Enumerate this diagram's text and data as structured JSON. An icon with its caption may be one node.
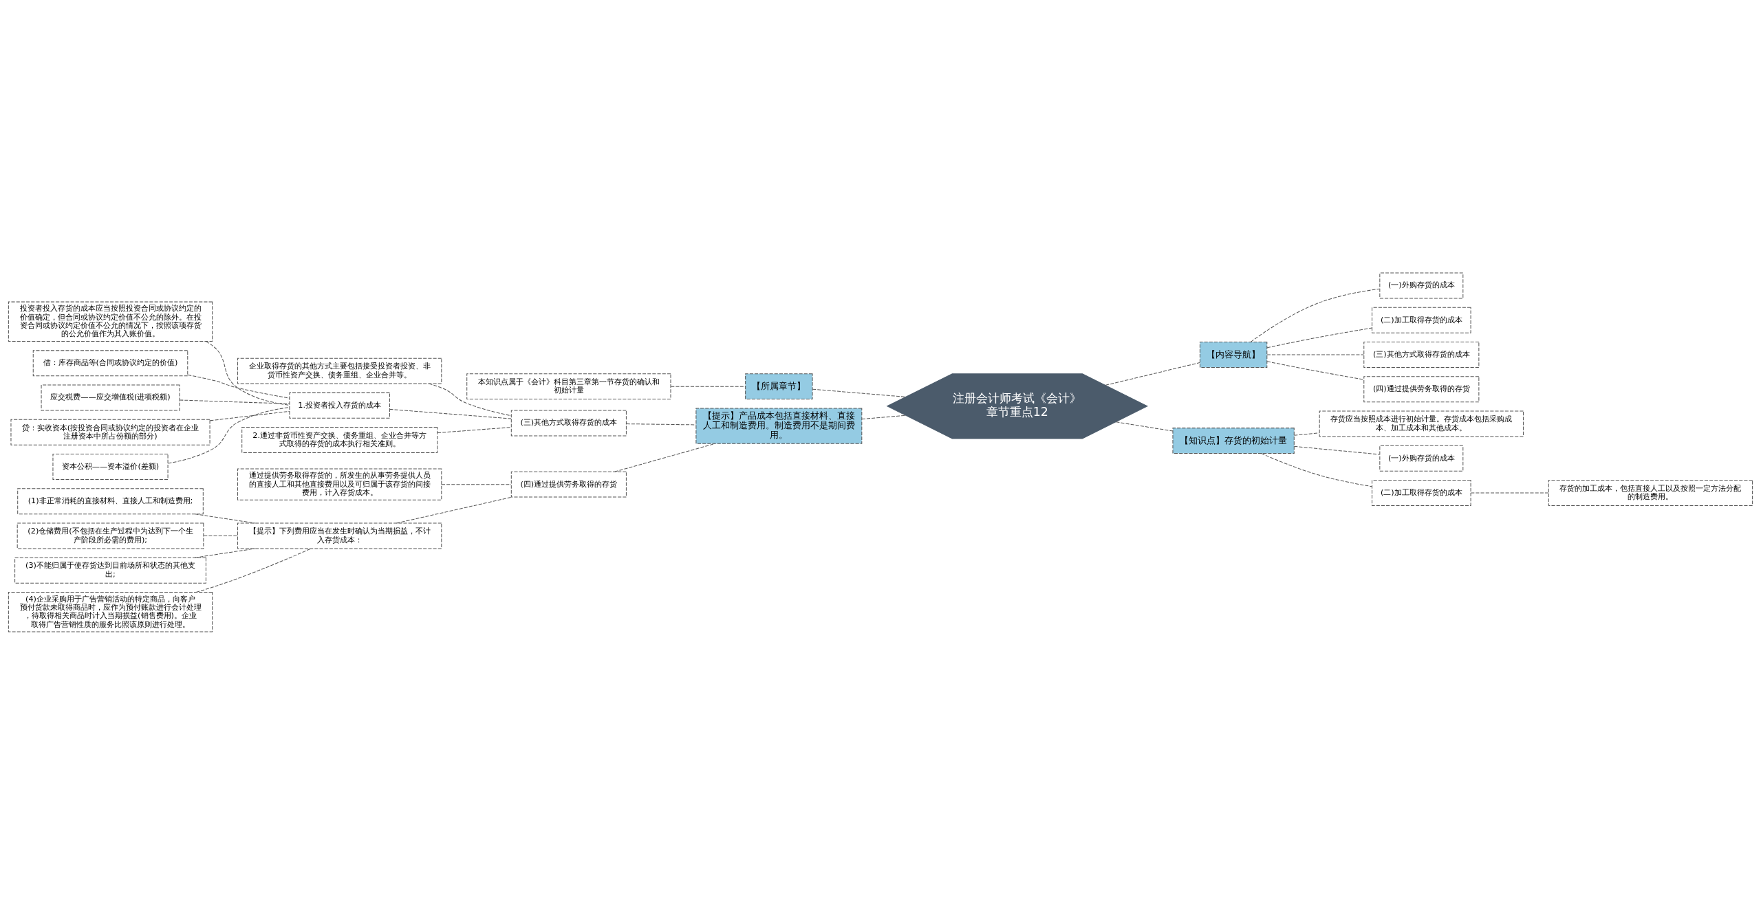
{
  "diagram": {
    "nodes": [
      {
        "text": [
          "注册会计师考试《会计》章节重点12"
        ]
      },
      {
        "text": [
          "【所属章节】"
        ]
      },
      {
        "text": [
          "本知识点属于《会计》科目第三章第一节存货的确认和初始计量"
        ]
      },
      {
        "text": [
          "【提示】产品成本包括直接材料、直接人工和制造费用。制造费用不是期间费用。"
        ]
      },
      {
        "text": [
          "(三)其他方式取得存货的成本"
        ]
      },
      {
        "text": [
          "企业取得存货的其他方式主要包括接受投资者投资、非货币性资产交换、债务重组、企业合并等。"
        ]
      },
      {
        "text": [
          "1.投资者投入存货的成本"
        ]
      },
      {
        "text": [
          "投资者投入存货的成本应当按照投资合同或协议约定的价值确定，但合同或协议约定价值不公允的除外。在投资合同或协议约定价值不公允的情况下，按照该项存货的公允价值作为其入账价值。"
        ]
      },
      {
        "text": [
          "借：库存商品等(合同或协议约定的价值)"
        ]
      },
      {
        "text": [
          "应交税费——应交增值税(进项税额)"
        ]
      },
      {
        "text": [
          "贷：实收资本(按投资合同或协议约定的投资者在企业注册资本中所占份额的部分)"
        ]
      },
      {
        "text": [
          "资本公积——资本溢价(差额)"
        ]
      },
      {
        "text": [
          "2.通过非货币性资产交换、债务重组、企业合并等方式取得的存货的成本执行相关准则。"
        ]
      },
      {
        "text": [
          "(四)通过提供劳务取得的存货"
        ]
      },
      {
        "text": [
          "通过提供劳务取得存货的，所发生的从事劳务提供人员的直接人工和其他直接费用以及可归属于该存货的间接费用，计入存货成本。"
        ]
      },
      {
        "text": [
          "【提示】下列费用应当在发生时确认为当期损益，不计入存货成本："
        ]
      },
      {
        "text": [
          "(1)非正常消耗的直接材料、直接人工和制造费用;"
        ]
      },
      {
        "text": [
          "(2)仓储费用(不包括在生产过程中为达到下一个生产阶段所必需的费用);"
        ]
      },
      {
        "text": [
          "(3)不能归属于使存货达到目前场所和状态的其他支出;"
        ]
      },
      {
        "text": [
          "(4)企业采购用于广告营销活动的特定商品，向客户预付货款未取得商品时，应作为预付账款进行会计处理，待取得相关商品时计入当期损益(销售费用)。企业取得广告营销性质的服务比照该原则进行处理。"
        ]
      },
      {
        "text": [
          "【内容导航】"
        ]
      },
      {
        "text": [
          "(一)外购存货的成本"
        ]
      },
      {
        "text": [
          "(二)加工取得存货的成本"
        ]
      },
      {
        "text": [
          "(三)其他方式取得存货的成本"
        ]
      },
      {
        "text": [
          "(四)通过提供劳务取得的存货"
        ]
      },
      {
        "text": [
          "【知识点】存货的初始计量"
        ]
      },
      {
        "text": [
          "存货应当按照成本进行初始计量。存货成本包括采购成本、加工成本和其他成本。"
        ]
      },
      {
        "text": [
          "(一)外购存货的成本"
        ]
      },
      {
        "text": [
          "(二)加工取得存货的成本"
        ]
      },
      {
        "text": [
          "存货的加工成本，包括直接人工以及按照一定方法分配的制造费用。"
        ]
      }
    ],
    "edges": [
      {
        "from": 0,
        "to": 1,
        "arrow": "none",
        "style": "dashed"
      },
      {
        "from": 1,
        "to": 2,
        "arrow": "none",
        "style": "dashed"
      },
      {
        "from": 0,
        "to": 3,
        "arrow": "none",
        "style": "dashed"
      },
      {
        "from": 3,
        "to": 4,
        "arrow": "none",
        "style": "dashed"
      },
      {
        "from": 4,
        "to": 5,
        "arrow": "none",
        "style": "dashed"
      },
      {
        "from": 4,
        "to": 6,
        "arrow": "none",
        "style": "dashed"
      },
      {
        "from": 6,
        "to": 7,
        "arrow": "none",
        "style": "dashed"
      },
      {
        "from": 6,
        "to": 8,
        "arrow": "none",
        "style": "dashed"
      },
      {
        "from": 6,
        "to": 9,
        "arrow": "none",
        "style": "dashed"
      },
      {
        "from": 6,
        "to": 10,
        "arrow": "none",
        "style": "dashed"
      },
      {
        "from": 6,
        "to": 11,
        "arrow": "none",
        "style": "dashed"
      },
      {
        "from": 4,
        "to": 12,
        "arrow": "none",
        "style": "dashed"
      },
      {
        "from": 3,
        "to": 13,
        "arrow": "none",
        "style": "dashed"
      },
      {
        "from": 13,
        "to": 14,
        "arrow": "none",
        "style": "dashed"
      },
      {
        "from": 13,
        "to": 15,
        "arrow": "none",
        "style": "dashed"
      },
      {
        "from": 15,
        "to": 16,
        "arrow": "none",
        "style": "dashed"
      },
      {
        "from": 15,
        "to": 17,
        "arrow": "none",
        "style": "dashed"
      },
      {
        "from": 15,
        "to": 18,
        "arrow": "none",
        "style": "dashed"
      },
      {
        "from": 15,
        "to": 19,
        "arrow": "none",
        "style": "dashed"
      },
      {
        "from": 0,
        "to": 20,
        "arrow": "none",
        "style": "dashed"
      },
      {
        "from": 20,
        "to": 21,
        "arrow": "none",
        "style": "dashed"
      },
      {
        "from": 20,
        "to": 22,
        "arrow": "none",
        "style": "dashed"
      },
      {
        "from": 20,
        "to": 23,
        "arrow": "none",
        "style": "dashed"
      },
      {
        "from": 20,
        "to": 24,
        "arrow": "none",
        "style": "dashed"
      },
      {
        "from": 0,
        "to": 25,
        "arrow": "none",
        "style": "dashed"
      },
      {
        "from": 25,
        "to": 26,
        "arrow": "none",
        "style": "dashed"
      },
      {
        "from": 25,
        "to": 27,
        "arrow": "none",
        "style": "dashed"
      },
      {
        "from": 25,
        "to": 28,
        "arrow": "none",
        "style": "dashed"
      },
      {
        "from": 28,
        "to": 29,
        "arrow": "none",
        "style": "dashed"
      }
    ]
  }
}
